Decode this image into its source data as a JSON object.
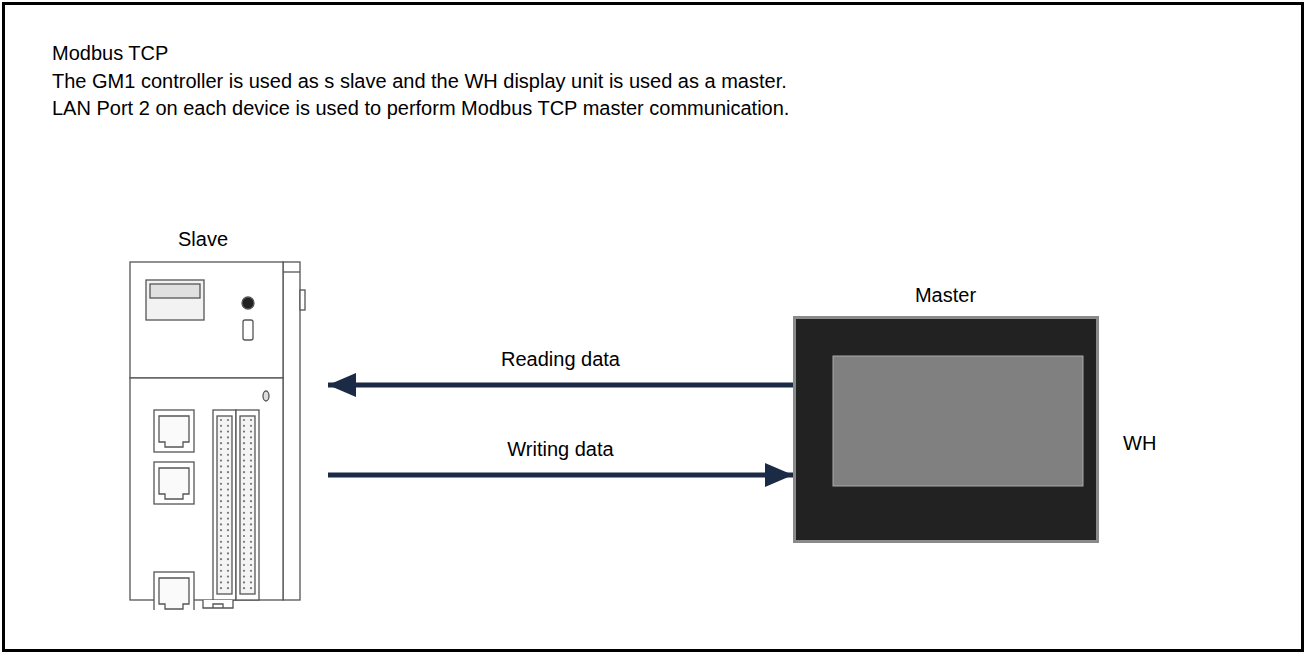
{
  "diagram": {
    "title": "Modbus TCP",
    "nodes": [
      {
        "text": [
          "Slave"
        ]
      },
      {
        "text": [
          "Master",
          "WH"
        ]
      }
    ],
    "edges": [
      {
        "from": 1,
        "to": 0,
        "label": "Reading data",
        "arrow": "to"
      },
      {
        "from": 0,
        "to": 1,
        "label": "Writing data",
        "arrow": "to"
      }
    ],
    "labels": [
      "The GM1 controller is used as s slave and the WH display unit is used as a master.",
      "LAN Port 2 on each device is used to perform Modbus TCP master communication."
    ]
  }
}
